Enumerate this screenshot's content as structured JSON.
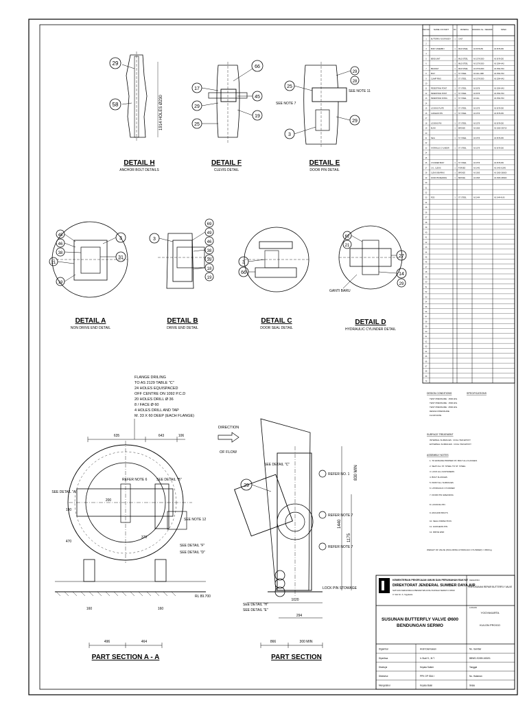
{
  "details": {
    "h": {
      "title": "DETAIL H",
      "sub": "ANCHOR BOLT DETAILS",
      "callouts": [
        "29",
        "58"
      ],
      "dim": "1914 HOLES Ø230"
    },
    "f": {
      "title": "DETAIL F",
      "sub": "CLEVIS DETAIL",
      "callouts": [
        "66",
        "17",
        "29",
        "25",
        "45",
        "19"
      ]
    },
    "e": {
      "title": "DETAIL E",
      "sub": "DOOR PIN DETAIL",
      "callouts": [
        "29",
        "28",
        "25",
        "3",
        "29"
      ],
      "note1": "SEE NOTE 11",
      "note2": "SEE NOTE 7"
    },
    "a": {
      "title": "DETAIL A",
      "sub": "NON DRIVE END DETAIL",
      "callouts": [
        "45",
        "46",
        "38",
        "21",
        "19",
        "3",
        "31"
      ]
    },
    "b": {
      "title": "DETAIL B",
      "sub": "DRIVE END DETAIL",
      "callouts": [
        "3",
        "69",
        "49",
        "46",
        "38",
        "39",
        "18",
        "19"
      ]
    },
    "c": {
      "title": "DETAIL C",
      "sub": "DOOR SEAL DETAIL",
      "callouts": [
        "3",
        "66"
      ]
    },
    "d": {
      "title": "DETAIL D",
      "sub": "HYDRAULIC CYLINDER DETAIL",
      "callouts": [
        "62",
        "21",
        "27",
        "14",
        "29"
      ],
      "note": "GANTI BARU"
    }
  },
  "flange_note": [
    "FLANGE DRILING",
    "TO AS 2129 TABLE \"C\"",
    "24 HOLES EQUISPACED",
    "OFF CENTRE ON 1092 P.C.D",
    "20 HOLES DRILL Ø 36",
    "8 / FACE Ø 60",
    "4 HOLES DRILL AND TAP",
    "M. 33 X 60 DEEP (EACH FLANGE)"
  ],
  "direction": {
    "line1": "DIRECTION",
    "line2": "OF FLOW"
  },
  "section_aa": {
    "title": "PART SECTION A - A",
    "dims_top": [
      "635",
      "643",
      "106"
    ],
    "dims_bottom": [
      "496",
      "464"
    ],
    "labels": [
      "SEE DETAIL \"A\"",
      "REFER NOTE 6",
      "SEE DETAIL \"B\"",
      "SEE NOTE 12",
      "SEE DETAIL \"F\"",
      "SEE DETAIL \"D\""
    ],
    "level": "RL 89.700",
    "small_dims": [
      "160",
      "160",
      "200",
      "370",
      "470",
      "190"
    ]
  },
  "section_part": {
    "title": "PART SECTION",
    "labels": [
      "SEE DETAIL \"C\"",
      "SEE DETAIL \"E\"",
      "REFER NO. 1",
      "REFER NOTE 7",
      "REFER NOTE 7",
      "LOCK PIN STOWAGE",
      "SEE DETAIL \"H\""
    ],
    "dims": [
      "866",
      "300 MIN",
      "294",
      "1020"
    ],
    "vdims": [
      "830 MIN",
      "1440",
      "1175"
    ]
  },
  "parts_table": {
    "headers": [
      "ITEM NO.",
      "NAME OF PART",
      "NO.",
      "MATERIAL",
      "DRAWING No. / REMARK",
      "SPEC"
    ],
    "rows": [
      [
        "1",
        "BUTTERFLY DOOR BODY",
        "1",
        "CAST",
        "",
        ""
      ],
      [
        "2",
        "",
        "",
        "",
        "",
        ""
      ],
      [
        "3",
        "BODY ASSEMBLY",
        "1",
        "MILD STEEL",
        "AS 3678-250",
        "AS 3678-250"
      ],
      [
        "4",
        "",
        "",
        "",
        "",
        ""
      ],
      [
        "5",
        "BEND LIMIT",
        "1",
        "MILD STEEL",
        "AS 1579-2000",
        "AS 3678-250"
      ],
      [
        "6",
        "",
        "1",
        "MILD STEEL",
        "AS 1579-2000",
        "AS 1594-HA3"
      ],
      [
        "7",
        "BRACKET",
        "1",
        "MILD STEEL",
        "AS 1579-2000",
        "AS 1594-HA3"
      ],
      [
        "8",
        "BOLT",
        "1",
        "ST. STEEL",
        "AS 1111-1988",
        "AS 1594-HA3"
      ],
      [
        "9",
        "CLAMP RING",
        "1",
        "ST. STEEL",
        "AS 1579-2000",
        "AS 1594-HA3"
      ],
      [
        "10",
        "",
        "",
        "",
        "",
        ""
      ],
      [
        "11",
        "PEDESTRIAN POINT",
        "1",
        "ST. STEEL",
        "AS 3678",
        "AS 1594-HA3"
      ],
      [
        "12",
        "PEDESTRIAN POINT",
        "1",
        "ST. STEEL",
        "AS 3678",
        "AS 1594-HA3"
      ],
      [
        "13",
        "PEDESTRIAN FIXING",
        "1",
        "ST. STEEL",
        "AS 1111",
        "AS 1594-HA3"
      ],
      [
        "14",
        "",
        "",
        "",
        "",
        ""
      ],
      [
        "15",
        "LOCKING PLATE",
        "1",
        "ST. STEEL",
        "AS 1579",
        "AS 3678-250"
      ],
      [
        "16",
        "GUDGEON PIN",
        "1",
        "ST. STEEL",
        "AS 1579",
        "AS 3678-250"
      ],
      [
        "17",
        "",
        "",
        "",
        "",
        ""
      ],
      [
        "18",
        "LOCKING PIN",
        "1",
        "ST. STEEL",
        "AS 1579",
        "AS 3678-250"
      ],
      [
        "19",
        "BUSH",
        "1",
        "BRONZE",
        "AS 1565",
        "AS 1565-C90710"
      ],
      [
        "20",
        "",
        "",
        "",
        "",
        ""
      ],
      [
        "21",
        "SEAL",
        "1",
        "ST. STEEL",
        "AS 1579",
        "AS 3678-250"
      ],
      [
        "22",
        "",
        "",
        "",
        "",
        ""
      ],
      [
        "23",
        "HYDRAULIC CYLINDER",
        "1",
        "ST. STEEL",
        "AS 1579",
        "AS 3678-250"
      ],
      [
        "24",
        "",
        "",
        "",
        "",
        ""
      ],
      [
        "25",
        "",
        "",
        "",
        "",
        ""
      ],
      [
        "26",
        "CYLINDER BODY",
        "1",
        "ST. STEEL",
        "AS 1579",
        "AS 3678-250"
      ],
      [
        "27",
        "CYL. CLEVIS",
        "1",
        "FORGED",
        "AS 1442",
        "AS 1442-K1045"
      ],
      [
        "28",
        "CLEVIS BEARING",
        "1",
        "BRONZE",
        "AS 1565",
        "AS 1565-C86300"
      ],
      [
        "29",
        "DOOR PIN BEARING",
        "1",
        "BRONZE",
        "AS 1565",
        "AS 1565-C86300"
      ],
      [
        "30",
        "",
        "",
        "",
        "",
        ""
      ],
      [
        "31",
        "",
        "",
        "",
        "",
        ""
      ],
      [
        "32",
        "",
        "",
        "",
        "",
        ""
      ],
      [
        "33",
        "ROD",
        "1",
        "ST. STEEL",
        "AS 1444",
        "AS 1444-4140"
      ],
      [
        "34",
        "",
        "",
        "",
        "",
        ""
      ],
      [
        "35",
        "",
        "",
        "",
        "",
        ""
      ],
      [
        "36",
        "",
        "",
        "",
        "",
        ""
      ],
      [
        "37",
        "",
        "",
        "",
        "",
        ""
      ],
      [
        "38",
        "",
        "",
        "",
        "",
        ""
      ],
      [
        "39",
        "",
        "",
        "",
        "",
        ""
      ],
      [
        "40",
        "",
        "",
        "",
        "",
        ""
      ],
      [
        "41",
        "",
        "",
        "",
        "",
        ""
      ],
      [
        "42",
        "",
        "",
        "",
        "",
        ""
      ],
      [
        "43",
        "",
        "",
        "",
        "",
        ""
      ],
      [
        "44",
        "",
        "",
        "",
        "",
        ""
      ],
      [
        "45",
        "",
        "",
        "",
        "",
        ""
      ],
      [
        "46",
        "",
        "",
        "",
        "",
        ""
      ],
      [
        "47",
        "",
        "",
        "",
        "",
        ""
      ],
      [
        "48",
        "",
        "",
        "",
        "",
        ""
      ],
      [
        "49",
        "",
        "",
        "",
        "",
        ""
      ],
      [
        "50",
        "",
        "",
        "",
        "",
        ""
      ],
      [
        "51",
        "",
        "",
        "",
        "",
        ""
      ],
      [
        "52",
        "",
        "",
        "",
        "",
        ""
      ],
      [
        "53",
        "",
        "",
        "",
        "",
        ""
      ],
      [
        "54",
        "",
        "",
        "",
        "",
        ""
      ],
      [
        "55",
        "",
        "",
        "",
        "",
        ""
      ],
      [
        "56",
        "",
        "",
        "",
        "",
        ""
      ],
      [
        "57",
        "",
        "",
        "",
        "",
        ""
      ],
      [
        "58",
        "",
        "",
        "",
        "",
        ""
      ],
      [
        "59",
        "",
        "",
        "",
        "",
        ""
      ],
      [
        "60",
        "",
        "",
        "",
        "",
        ""
      ],
      [
        "61",
        "",
        "",
        "",
        "",
        ""
      ],
      [
        "62",
        "",
        "",
        "",
        "",
        ""
      ],
      [
        "63",
        "",
        "",
        "",
        "",
        ""
      ],
      [
        "64",
        "",
        "",
        "",
        "",
        ""
      ],
      [
        "65",
        "",
        "",
        "",
        "",
        ""
      ],
      [
        "66",
        "",
        "",
        "",
        "",
        ""
      ],
      [
        "67",
        "",
        "",
        "",
        "",
        ""
      ],
      [
        "68",
        "",
        "",
        "",
        "",
        ""
      ],
      [
        "69",
        "",
        "",
        "",
        "",
        ""
      ],
      [
        "70",
        "",
        "",
        "",
        "",
        ""
      ]
    ]
  },
  "notes": {
    "design_title": "DESIGN CONDITIONS",
    "spec_title": "SPECIFICATIONS",
    "design_lines": [
      "TEST PRESSURE : 1500 kPa",
      "TEST PRESSURE : 1500 kPa",
      "TEST PRESSURE : 2500 kPa",
      "DESIGN PRESSURE",
      "FLOW RATE"
    ],
    "surface_title": "SURFACE TREATMENT",
    "surface_lines": [
      "INTERNAL SURFACES : COAL TAR EPOXY",
      "EXTERNAL SURFACES : COAL TAR EPOXY"
    ],
    "assembly_title": "ASSEMBLY NOTES",
    "assembly_lines": [
      "1. TO ENSURE PROPER FIT, BOLT ALL FLANGES",
      "2. SEAT ALL ST. STEEL TO ST. STEEL",
      "3. LOCK ALL FASTENERS",
      "4. BOLT FLANGES",
      "5. PAINT ALL SURFACES",
      "6. HYDRAULIC CYLINDER",
      "7. DOOR PIN GREASING",
      "8. LOCKING PIN",
      "9. ANCHOR BOLTS",
      "10. SEAL INSPECTION",
      "11. GUDGEON PIN",
      "12. DRIVE END"
    ],
    "weight": "WEIGHT OF VALVE (INCLUDING HYDRAULIC CYLINDER) = 4500 kg"
  },
  "title_block": {
    "ministry": "KEMENTERIAN PEKERJAAN UMUM DAN PERUMAHAN RAKYAT",
    "directorate": "DIREKTORAT JENDERAL SUMBER DAYA AIR",
    "unit": "SATUAN KERJA BALAI BESAR WILAYAH SUNGAI SERAYU OPAK",
    "address": "Jl. Solo Km. 6, Yogyakarta",
    "project_label": "KEGIATAN",
    "project": "PENYUSUNAN REPAIR BUTTERFLY VALVE",
    "dwg_title": "SUSUNAN BUTTERFLY VALVE Ø600",
    "dwg_sub": "BENDUNGAN SERMO",
    "location_label": "LOKASI",
    "location": "YOGYAKARTA",
    "sub_location": "KULON PROGO",
    "people": [
      [
        "Digambar",
        "Andri Darmawan",
        "No. Gambar"
      ],
      [
        "Diperiksa",
        "Ir. Budi S., M.T.",
        "BBWS-SO/BV-600/01"
      ],
      [
        "Disetujui",
        "Kepala Satker",
        "Tanggal"
      ],
      [
        "Diketahui",
        "PPK OP SDA I",
        "No. Halaman"
      ],
      [
        "Mengetahui",
        "Kepala Balai",
        "Skala"
      ]
    ]
  }
}
